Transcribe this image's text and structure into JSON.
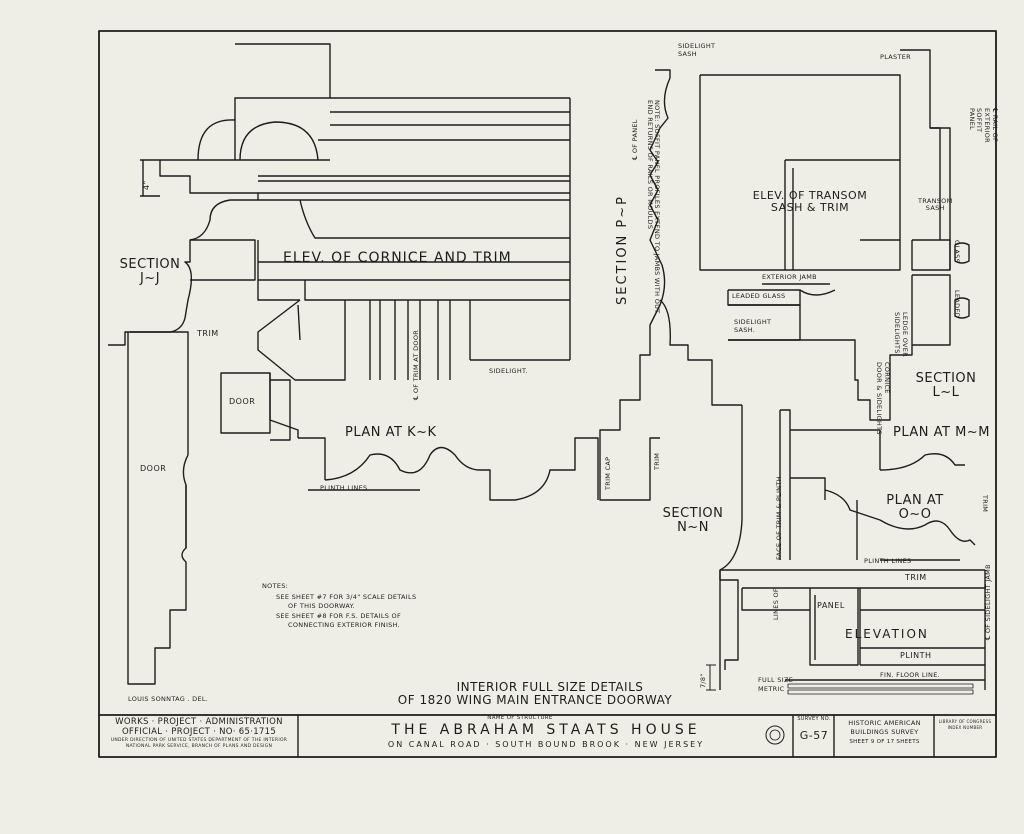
{
  "drawing": {
    "cornice_section_label": "SECTION\nJ~J",
    "dimension_4in": "4\"",
    "cornice_elevation_label": "ELEV. OF CORNICE AND TRIM",
    "trim_label": "TRIM",
    "door_small_label": "DOOR",
    "door_large_label": "DOOR",
    "trim_at_door_label": "℄ OF TRIM AT DOOR",
    "sidelight_label": "SIDELIGHT.",
    "plan_kk_label": "PLAN AT K~K",
    "plinth_lines_label_1": "PLINTH LINES",
    "section_pp_label": "SECTION P~P",
    "panel_center_label": "℄ OF PANEL",
    "soffit_note": "NOTE: SOFFIT PANEL PROFILES EXTEND TO JAMBS WITH OUT END RETURNS OF RAILS OR MOULDS",
    "sidelight_sash_top": "SIDELIGHT\nSASH",
    "plaster_label": "PLASTER",
    "transom_elev_label": "ELEV. OF TRANSOM\nSASH & TRIM",
    "transom_sash_label": "TRANSOM\nSASH",
    "exterior_soffit_label": "℄ RAIL OF EXTERIOR\nSOFFIT PANEL",
    "glass_label": "GLASS",
    "leaded_label": "LEADED",
    "exterior_jamb_label": "EXTERIOR JAMB",
    "leaded_glass_label": "LEADED GLASS",
    "sidelight_sash_label": "SIDELIGHT\nSASH.",
    "ledge_note": "LEDGE OVER\nSIDELIGHTS",
    "cornice_note": "CORNICE\nDOOR & SIDELIGHTS",
    "section_ll_label": "SECTION\nL~L",
    "plan_mm_label": "PLAN AT M~M",
    "trim_cap_label": "TRIM CAP",
    "trim_block_label": "TRIM",
    "face_of_trim_label": "FACE OF TRIM & PLINTH",
    "section_nn_label": "SECTION\nN~N",
    "plan_oo_label": "PLAN AT\nO~O",
    "trim_right_label": "TRIM",
    "sidelight_jamb_label": "℄ OF SIDELIGHT JAMB",
    "plinth_lines_label_2": "PLINTH LINES",
    "trim_elev_label": "TRIM",
    "lines_of_label": "LINES OF",
    "panel_label": "PANEL",
    "elevation_label": "ELEVATION",
    "plinth_label": "PLINTH",
    "fin_floor_label": "FIN. FLOOR LINE.",
    "scale_full_size": "FULL SIZE",
    "scale_metric": "METRIC",
    "dimension_7_8": "7/8\"",
    "notes_heading": "NOTES:",
    "notes_line_1": "SEE SHEET #7 FOR 3/4\" SCALE DETAILS",
    "notes_line_2": "OF THIS DOORWAY.",
    "notes_line_3": "SEE SHEET #8 FOR F.S. DETAILS OF",
    "notes_line_4": "CONNECTING EXTERIOR FINISH.",
    "drawing_title_1": "INTERIOR FULL SIZE DETAILS",
    "drawing_title_2": "OF 1820 WING MAIN ENTRANCE DOORWAY",
    "delineator": "LOUIS SONNTAG . DEL."
  },
  "title_block": {
    "agency_line_1": "WORKS · PROJECT · ADMINISTRATION",
    "agency_line_2": "OFFICIAL · PROJECT · NO· 65·1715",
    "agency_line_3": "UNDER DIRECTION OF UNITED STATES DEPARTMENT OF THE INTERIOR",
    "agency_line_4": "NATIONAL PARK SERVICE, BRANCH OF PLANS AND DESIGN",
    "name_caption": "NAME OF STRUCTURE",
    "structure_name": "THE ABRAHAM STAATS HOUSE",
    "structure_location": "ON CANAL ROAD · SOUTH BOUND BROOK · NEW JERSEY",
    "survey_caption": "SURVEY NO.",
    "survey_number": "G-57",
    "survey_line_1": "HISTORIC AMERICAN",
    "survey_line_2": "BUILDINGS SURVEY",
    "sheet_text": "SHEET 9 OF 17 SHEETS",
    "library_line_1": "LIBRARY OF CONGRESS",
    "library_line_2": "INDEX NUMBER"
  }
}
